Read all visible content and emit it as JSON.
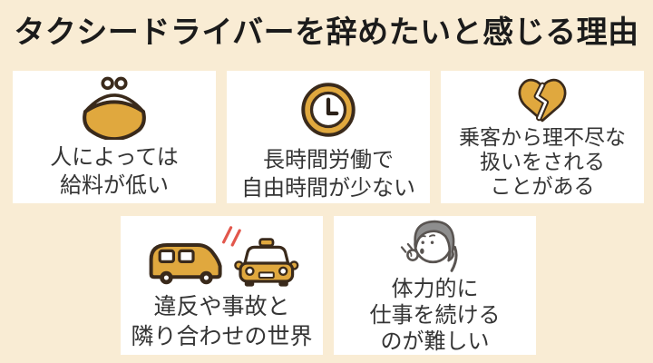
{
  "title": "タクシードライバーを辞めたいと感じる理由",
  "colors": {
    "background": "#f9ecd4",
    "card": "#ffffff",
    "accent_gold": "#e0a83e",
    "outline_brown": "#3a2a1b",
    "crash_red": "#e2574c",
    "person_gray": "#8e8e8e",
    "person_outline": "#595451",
    "caption_text": "#353535",
    "title_text": "#1b1b1b"
  },
  "cards": [
    {
      "id": "salary",
      "icon": "coin-purse-icon",
      "lines": [
        "人によっては",
        "給料が低い"
      ]
    },
    {
      "id": "hours",
      "icon": "clock-icon",
      "lines": [
        "長時間労働で",
        "自由時間が少ない"
      ]
    },
    {
      "id": "passengers",
      "icon": "broken-heart-icon",
      "lines": [
        "乗客から理不尽な",
        "扱いをされる",
        "ことがある"
      ]
    },
    {
      "id": "accidents",
      "icon": "car-crash-icon",
      "lines": [
        "違反や事故と",
        "隣り合わせの世界"
      ]
    },
    {
      "id": "physical",
      "icon": "tired-person-icon",
      "lines": [
        "体力的に",
        "仕事を続ける",
        "のが難しい"
      ]
    }
  ]
}
